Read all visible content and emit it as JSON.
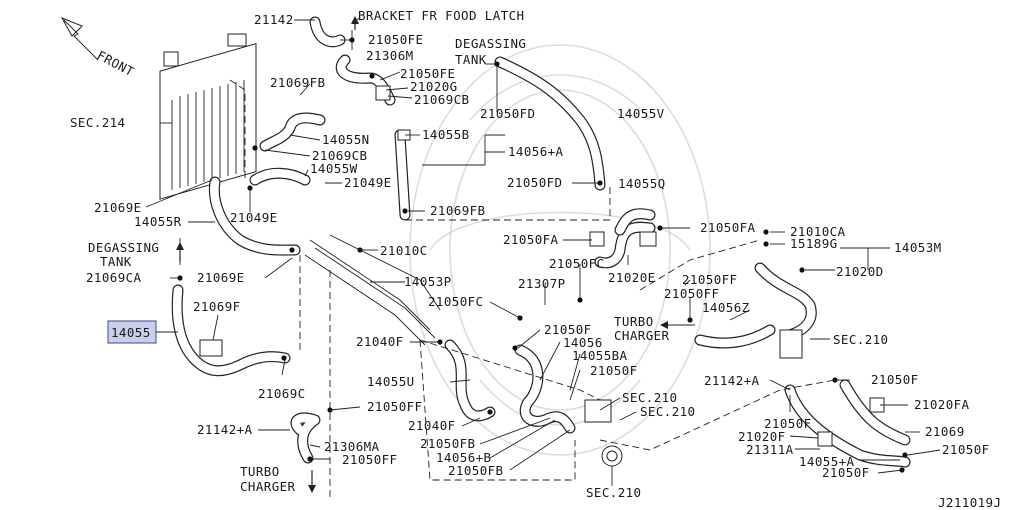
{
  "diagram": {
    "orientation": "FRONT",
    "reference_code": "J211019J",
    "highlighted_part": "14055",
    "labels": {
      "p21142_top": "21142",
      "bracket": "BRACKET FR FOOD LATCH",
      "p21050FE_a": "21050FE",
      "p21306M": "21306M",
      "degassing_top": "DEGASSING",
      "tank_top": "TANK",
      "p21050FE_b": "21050FE",
      "p21020G": "21020G",
      "p21069CB_a": "21069CB",
      "p21050FD_a": "21050FD",
      "p14055V": "14055V",
      "sec214": "SEC.214",
      "p21069FB_a": "21069FB",
      "p14055N": "14055N",
      "p21069CB_b": "21069CB",
      "p14055B": "14055B",
      "p14056A": "14056+A",
      "p14055W": "14055W",
      "p21049E_a": "21049E",
      "p21050FD_b": "21050FD",
      "p14055Q": "14055Q",
      "p21069E_a": "21069E",
      "p21069FB_b": "21069FB",
      "p14055R": "14055R",
      "p21049E_b": "21049E",
      "p21050FA_a": "21050FA",
      "p21010CA": "21010CA",
      "p15189G": "15189G",
      "p14053M": "14053M",
      "p21010C": "21010C",
      "p21050FA_b": "21050FA",
      "degassing_left": "DEGASSING",
      "tank_left": "TANK",
      "p21069CA": "21069CA",
      "p21069E_b": "21069E",
      "p21020E": "21020E",
      "p21020D": "21020D",
      "p14053P": "14053P",
      "p21050FC_a": "21050FC",
      "p21307P": "21307P",
      "p21050FF_a": "21050FF",
      "p21050FF_b": "21050FF",
      "p21069F": "21069F",
      "p21050FC_b": "21050FC",
      "p14056Z": "14056Z",
      "p14055": "14055",
      "turbo_right": "TURBO",
      "charger_right": "CHARGER",
      "p21050F_a": "21050F",
      "p14056": "14056",
      "sec210_a": "SEC.210",
      "p21040F_a": "21040F",
      "p14055BA": "14055BA",
      "p21050F_b": "21050F",
      "p21142A_a": "21142+A",
      "p14055U": "14055U",
      "p21050F_c": "21050F",
      "p21069C": "21069C",
      "sec210_b": "SEC.210",
      "sec210_c": "SEC.210",
      "p21050FF_c": "21050FF",
      "p21020FA": "21020FA",
      "p21040F_b": "21040F",
      "p21050F_d": "21050F",
      "p21142A_b": "21142+A",
      "p21020F": "21020F",
      "p21069": "21069",
      "p21306MA": "21306MA",
      "p21050FB_a": "21050FB",
      "p21311A": "21311A",
      "p21050F_e": "21050F",
      "p21050FF_d": "21050FF",
      "p14056B": "14056+B",
      "p14055A": "14055+A",
      "p21050FB_b": "21050FB",
      "p21050F_f": "21050F",
      "turbo_bottom": "TURBO",
      "charger_bottom": "CHARGER",
      "sec210_d": "SEC.210"
    }
  }
}
